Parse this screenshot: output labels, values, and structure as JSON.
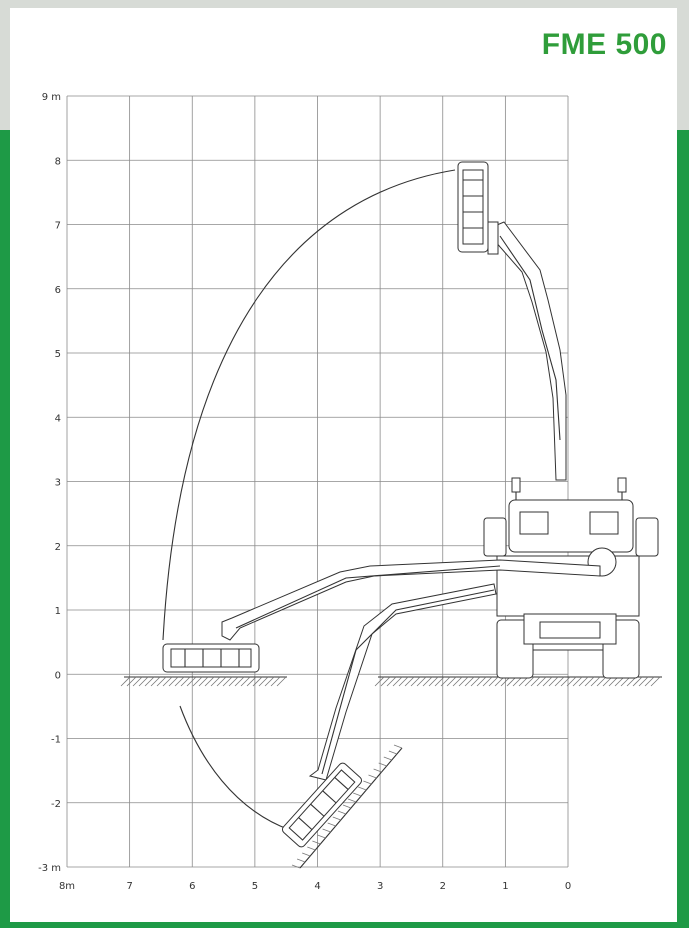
{
  "title": "FME 500",
  "chart_data": {
    "type": "diagram",
    "title": "FME 500",
    "x_ticks": [
      "8m",
      "7",
      "6",
      "5",
      "4",
      "3",
      "2",
      "1",
      "0"
    ],
    "y_ticks": [
      "9 m",
      "8",
      "7",
      "6",
      "5",
      "4",
      "3",
      "2",
      "1",
      "0",
      "-1",
      "-2",
      "-3 m"
    ],
    "xlim": [
      8,
      0
    ],
    "ylim": [
      -3,
      9
    ],
    "grid": true
  },
  "colors": {
    "accent_green": "#2f9d3a",
    "frame_green": "#1e9a46",
    "line": "#333333",
    "grid": "#8a8a8a"
  }
}
